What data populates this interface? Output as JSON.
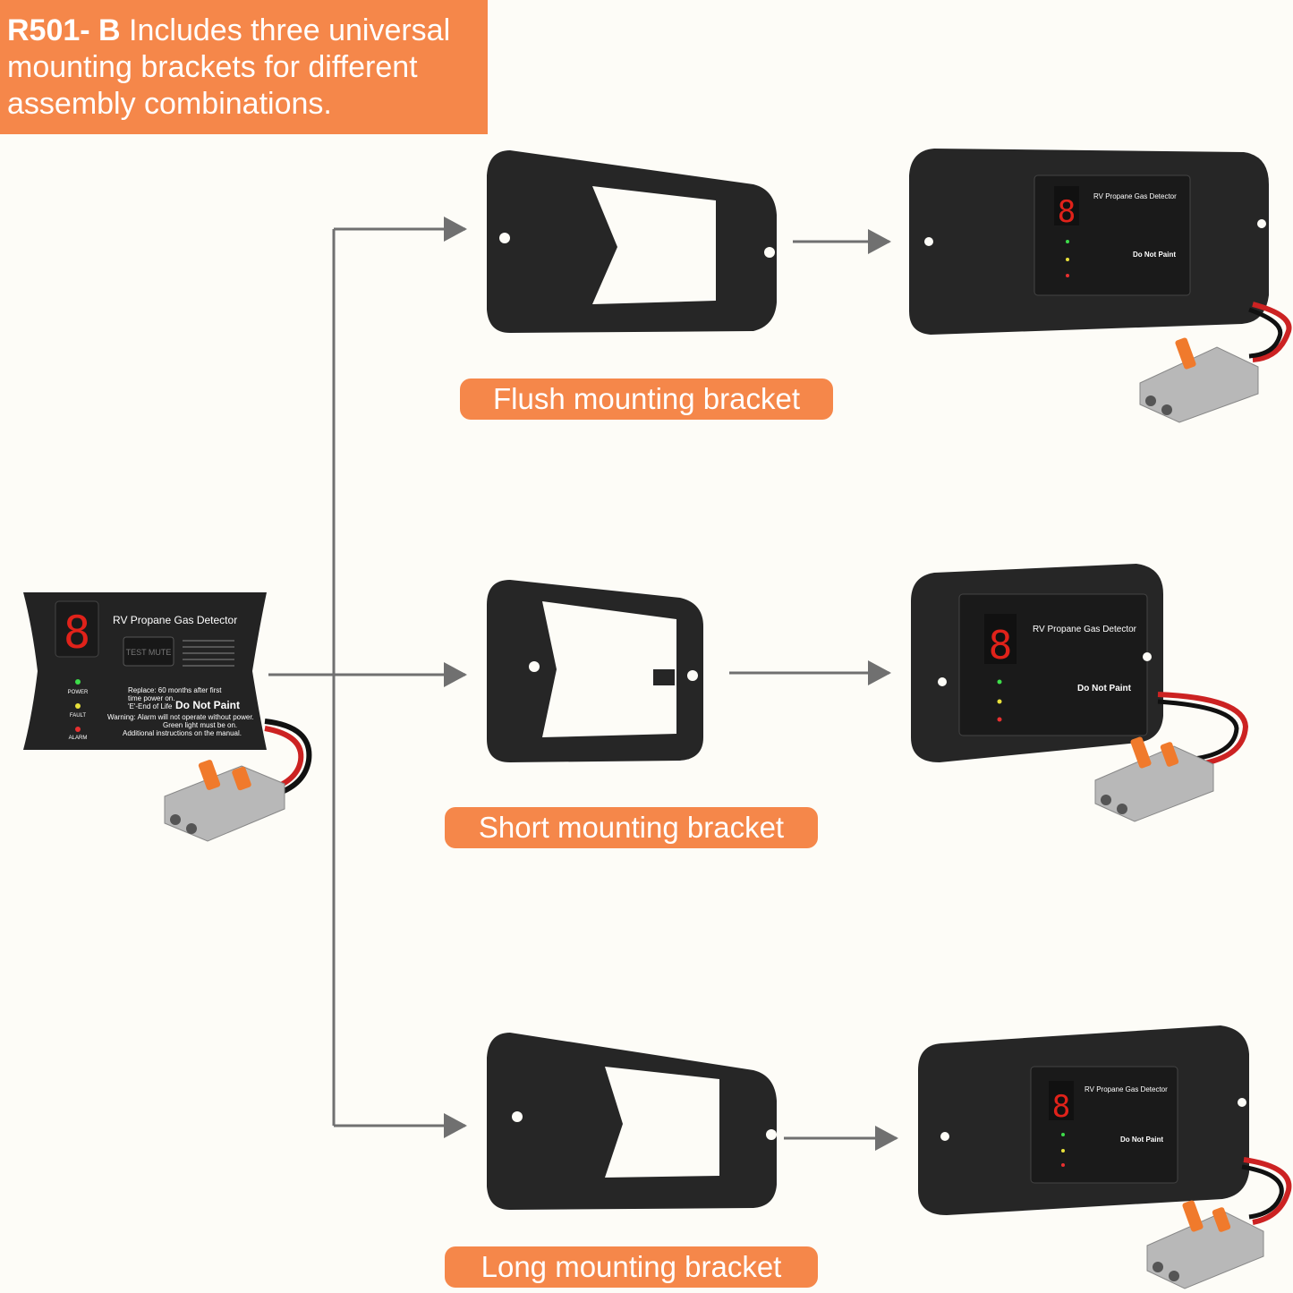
{
  "banner": {
    "model": "R501- B",
    "text": " Includes three universal mounting brackets for different assembly combinations."
  },
  "device": {
    "title": "RV Propane Gas Detector",
    "digit": "8",
    "button": "TEST MUTE",
    "power": "POWER",
    "fault": "FAULT",
    "alarm": "ALARM",
    "replace": "Replace:  60 months after first",
    "replace2": "time power on.",
    "eol": "'E'-End of Life",
    "do_not_paint": "Do Not Paint",
    "warning": "Warning:  Alarm will not operate without power.",
    "warning2": "Green light must be on.",
    "additional": "Additional instructions on the manual."
  },
  "labels": {
    "flush": "Flush mounting bracket",
    "short": "Short mounting bracket",
    "long": "Long mounting bracket"
  },
  "colors": {
    "accent": "#f5874a",
    "device_body": "#2b2b2b",
    "arrow": "#707070",
    "led_green": "#3ddc4a",
    "led_yellow": "#e8e03a",
    "led_red": "#e83030",
    "digit_red": "#e0221a"
  }
}
